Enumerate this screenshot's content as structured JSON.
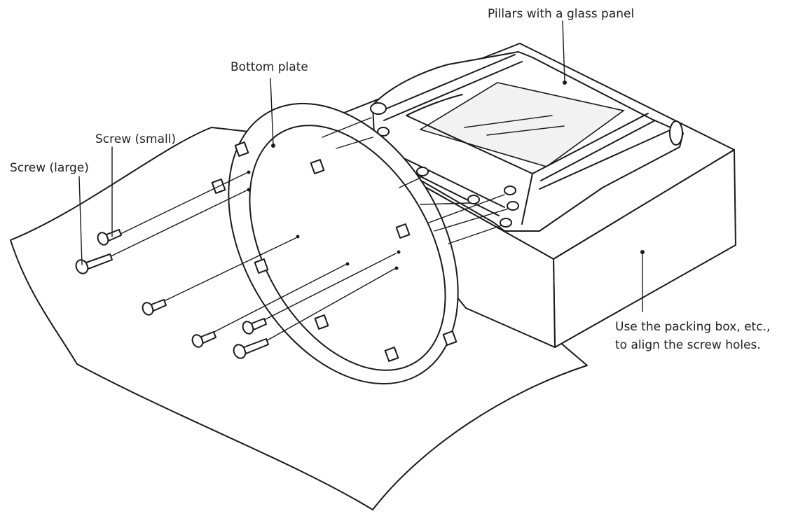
{
  "labels": {
    "pillars": "Pillars with a glass panel",
    "bottom_plate": "Bottom plate",
    "screw_small": "Screw (small)",
    "screw_large": "Screw (large)",
    "packing_box_line1": "Use the packing box, etc.,",
    "packing_box_line2": "to align the screw holes."
  }
}
